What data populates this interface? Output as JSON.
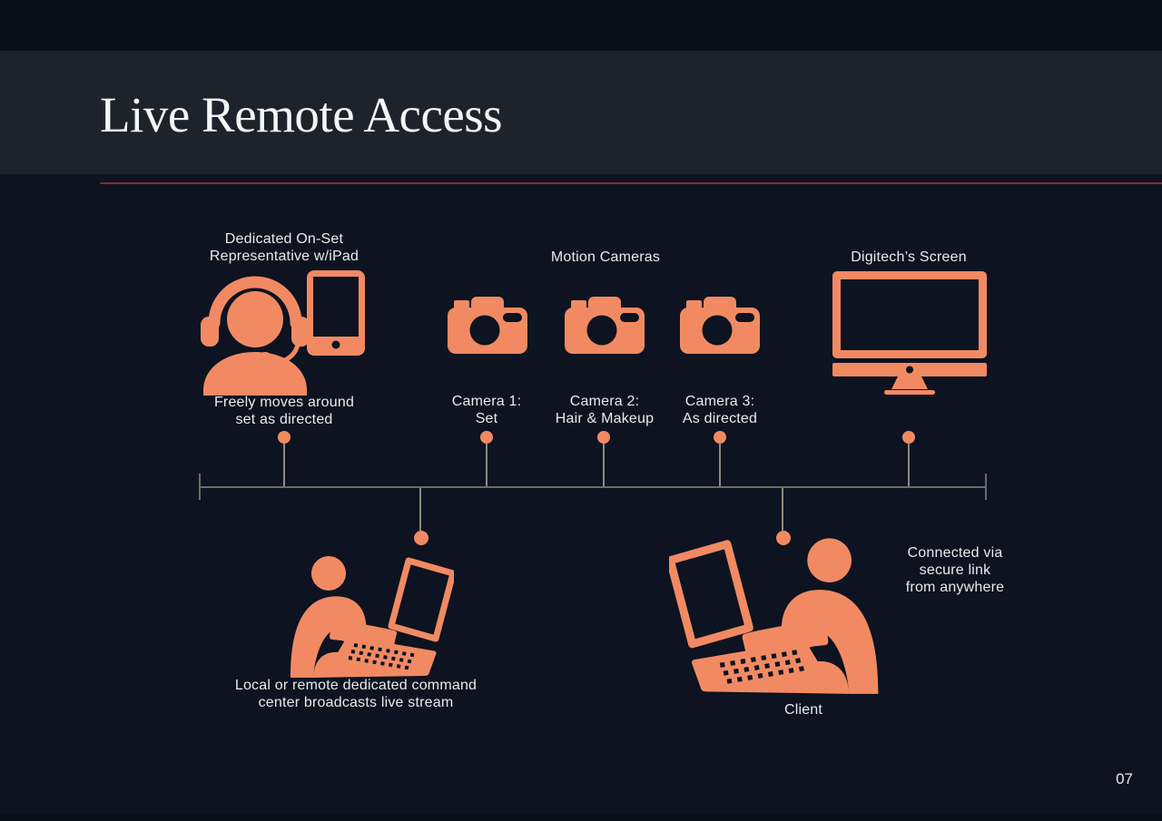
{
  "header": {
    "title": "Live Remote Access"
  },
  "footer": {
    "page_number": "07"
  },
  "colors": {
    "background": "#0d1320",
    "top_strip": "#0a0e16",
    "header_band": "#1e222b",
    "accent_orange": "#f18a63",
    "divider_red": "#7e2b34",
    "connector_line": "#6f6b64",
    "text": "#e9eaec"
  },
  "icons": [
    "headset-person-icon",
    "tablet-icon",
    "camera-icon",
    "monitor-icon",
    "person-laptop-icon"
  ],
  "nodes": {
    "representative": {
      "title": [
        "Dedicated On-Set",
        "Representative w/iPad"
      ],
      "caption": [
        "Freely moves around",
        "set as directed"
      ]
    },
    "cameras": {
      "title": "Motion Cameras",
      "items": [
        {
          "label": [
            "Camera 1:",
            "Set"
          ]
        },
        {
          "label": [
            "Camera 2:",
            "Hair & Makeup"
          ]
        },
        {
          "label": [
            "Camera 3:",
            "As directed"
          ]
        }
      ]
    },
    "digitech": {
      "title": "Digitech’s Screen"
    },
    "command_center": {
      "caption": [
        "Local or remote dedicated command",
        "center broadcasts live stream"
      ]
    },
    "client": {
      "label": "Client",
      "caption": [
        "Connected via",
        "secure link",
        "from anywhere"
      ]
    }
  }
}
